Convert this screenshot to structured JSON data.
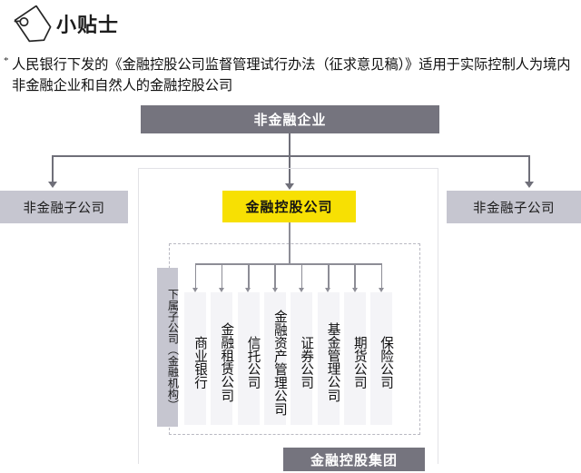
{
  "header": {
    "tag_icon": "tag-icon",
    "title": "小贴士",
    "note_marker": "*",
    "note": "人民银行下发的《金融控股公司监督管理试行办法（征求意见稿）》适用于实际控制人为境内非金融企业和自然人的金融控股公司"
  },
  "diagram": {
    "top_node": "非金融企业",
    "left_node": "非金融子公司",
    "right_node": "非金融子公司",
    "center_node": "金融控股公司",
    "sidebar_label": "下属子公司（金融机构）",
    "subsidiaries": [
      "商业银行",
      "金融租赁公司",
      "信托公司",
      "金融资产管理公司",
      "证券公司",
      "基金管理公司",
      "期货公司",
      "保险公司"
    ],
    "group_bar": "金融控股集团",
    "colors": {
      "dark_gray": "#75747e",
      "mid_gray": "#c6c6d0",
      "accent_yellow": "#f7e003",
      "column_fill": "#f4f4f7",
      "connector": "#6f6f79",
      "dashed_border": "#b9b9c2"
    }
  }
}
